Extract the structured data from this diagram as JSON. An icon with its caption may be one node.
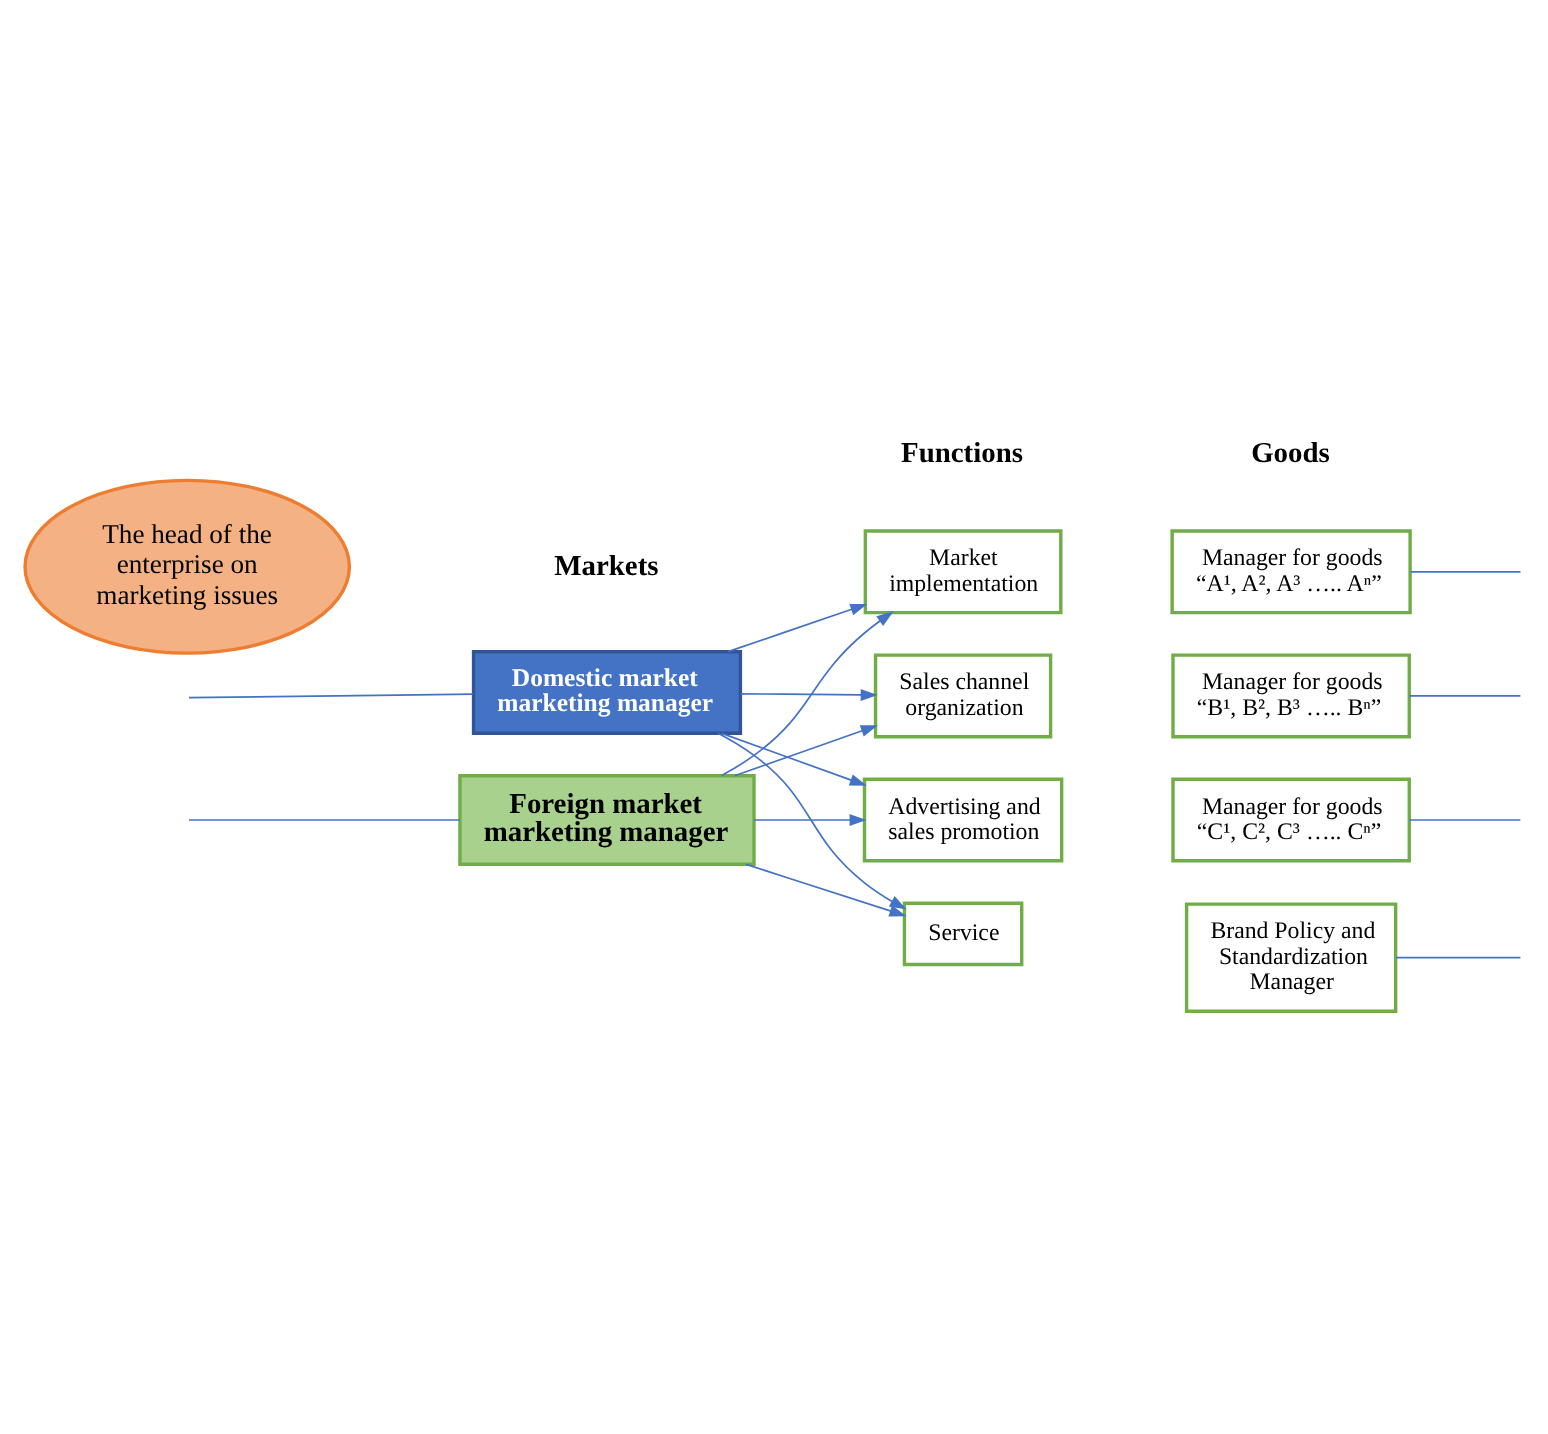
{
  "diagram": {
    "nodes": [
      {
        "text": [
          "The head of the enterprise on marketing issues"
        ]
      },
      {
        "text": [
          "Domestic market marketing manager"
        ]
      },
      {
        "text": [
          "Foreign market marketing manager"
        ]
      },
      {
        "text": [
          "Market implementation"
        ]
      },
      {
        "text": [
          "Sales channel organization"
        ]
      },
      {
        "text": [
          "Advertising and sales promotion"
        ]
      },
      {
        "text": [
          "Service"
        ]
      },
      {
        "text": [
          "Manager for goods “A¹, A², A³ ….. Aⁿ”"
        ]
      },
      {
        "text": [
          "Manager for goods “B¹, B², B³ ….. Bⁿ”"
        ]
      },
      {
        "text": [
          "Manager for goods “C¹, C², C³ ….. Cⁿ”"
        ]
      },
      {
        "text": [
          "Brand Policy and Standardization Manager"
        ]
      }
    ],
    "edges": [
      {
        "from": 1,
        "to": 3,
        "arrow": "to"
      },
      {
        "from": 1,
        "to": 4,
        "arrow": "to"
      },
      {
        "from": 1,
        "to": 5,
        "arrow": "to"
      },
      {
        "from": 1,
        "to": 6,
        "arrow": "to"
      },
      {
        "from": 2,
        "to": 3,
        "arrow": "to"
      },
      {
        "from": 2,
        "to": 4,
        "arrow": "to"
      },
      {
        "from": 2,
        "to": 5,
        "arrow": "to"
      },
      {
        "from": 2,
        "to": 6,
        "arrow": "to"
      },
      {
        "from": null,
        "to": 1,
        "arrow": "none"
      },
      {
        "from": null,
        "to": 2,
        "arrow": "none"
      },
      {
        "from": 7,
        "to": null,
        "arrow": "none"
      },
      {
        "from": 8,
        "to": null,
        "arrow": "none"
      },
      {
        "from": 9,
        "to": null,
        "arrow": "none"
      },
      {
        "from": 10,
        "to": null,
        "arrow": "none"
      }
    ],
    "labels": [
      "Markets",
      "Functions",
      "Goods"
    ]
  }
}
